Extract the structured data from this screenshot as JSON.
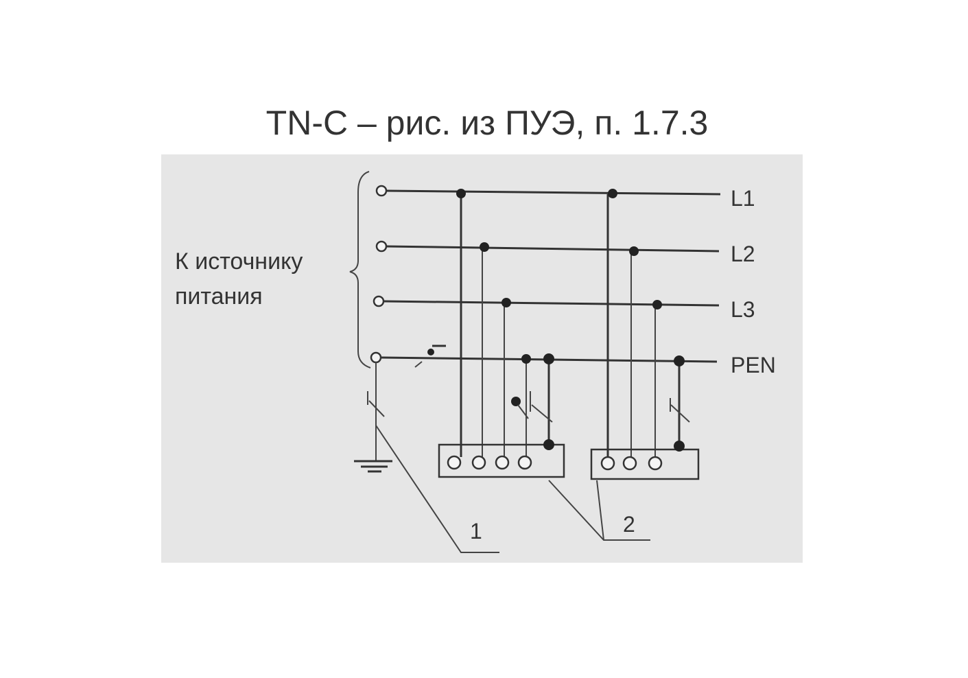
{
  "title": "TN-C – рис. из ПУЭ, п. 1.7.3",
  "source_label": [
    "К источнику",
    "питания"
  ],
  "conductors": [
    "L1",
    "L2",
    "L3",
    "PEN"
  ],
  "callouts": [
    "1",
    "2"
  ],
  "colors": {
    "panel": "#e6e6e6",
    "ink": "#333333"
  }
}
